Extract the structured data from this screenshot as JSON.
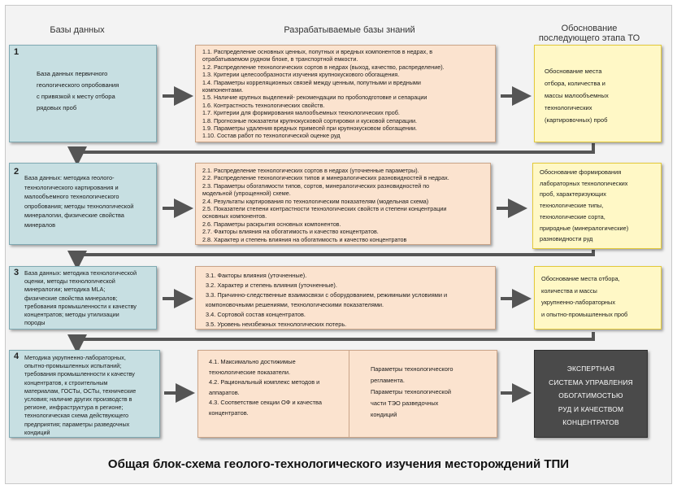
{
  "headers": {
    "col1": "Базы данных",
    "col2": "Разрабатываемые базы знаний",
    "col3_line1": "Обоснование",
    "col3_line2": "последующего этапа ТО"
  },
  "rows": [
    {
      "number": "1",
      "db_lines": [
        "База данных первичного",
        "геологического опробования",
        "с привязкой к месту отбора",
        "рядовых проб"
      ],
      "kb_lines": [
        "1.1. Распределение основных ценных, попутных и вредных компонентов в недрах, в",
        "отрабатываемом рудном блоке, в транспортной емкости.",
        "1.2. Распределение технологических сортов в недрах (выход, качество, распределение).",
        "1.3. Критерии целесообразности изучения крупнокускового обогащения.",
        "1.4. Параметры корреляционных связей между ценным, попутными и вредными",
        "компонентами.",
        "1.5. Наличие крупных выделений- рекомендации по пробоподготовке и сепарации",
        "1.6. Контрастность технологических свойств.",
        "1.7. Критерии для формирования малообъемных технологических проб.",
        "1.8. Прогнозные показатели крупнокусковой сортировки и кусковой сепарации.",
        "1.9. Параметры удаления вредных примесей при крупнокусковом обогащении.",
        "1.10. Состав работ по технологической оценке руд"
      ],
      "next_lines": [
        "Обоснование места",
        "отбора, количества и",
        "массы малообъемных",
        "технологических",
        "(картировочных) проб"
      ]
    },
    {
      "number": "2",
      "db_lines": [
        "База данных: методика геолого-",
        "технологического картирования и",
        "малообъемного технологического",
        "опробования; методы технологической",
        "минералогии, физические свойства",
        "минералов"
      ],
      "kb_lines": [
        "2.1. Распределение технологических сортов в недрах (уточненные параметры).",
        "2.2. Распределение технологических типов и минералогических разновидностей в недрах.",
        "2.3. Параметры обогатимости типов, сортов, минералогических разновидностей по",
        "модельной (упрощенной) схеме.",
        "2.4. Результаты картирования по технологическим показателям (модельная схема)",
        "2.5. Показатели степени контрастности технологических свойств и степени концентрации",
        "основных компонентов.",
        "2.6. Параметры раскрытия основных компонентов.",
        "2.7. Факторы влияния на обогатимость и качество концентратов.",
        "2.8. Характер и степень влияния на обогатимость и качество концентратов"
      ],
      "next_lines": [
        "Обоснование формирования",
        "лабораторных технологических",
        "проб, характеризующих",
        "технологические типы,",
        "технологические сорта,",
        "природные (минералогические)",
        "разновидности руд"
      ]
    },
    {
      "number": "3",
      "db_lines": [
        "База данных: методика технологической",
        "оценки, методы технологической",
        "минералогии; методика MLA;",
        "физические свойства минералов;",
        "требования промышленности к качеству",
        "концентратов; методы утилизации",
        "породы"
      ],
      "kb_lines": [
        "3.1. Факторы влияния (уточненные).",
        "3.2. Характер и степень влияния (уточненные).",
        "3.3. Причинно-следственные взаимосвязи с оборудованием, режимными условиями и",
        "компоновочными решениями, технологическими показателями.",
        "3.4. Сортовой состав концентратов.",
        "3.5. Уровень неизбежных технологических потерь."
      ],
      "next_lines": [
        "Обоснование места отбора,",
        "количества и массы",
        "укрупненно-лабораторных",
        "и опытно-промышленных проб"
      ]
    },
    {
      "number": "4",
      "db_lines": [
        "Методика укрупненно-лабораторных,",
        "опытно-промышленных испытаний;",
        "требования промышленности к качеству",
        "концентратов, к строительным",
        "материалам, ГОСТы, ОСТы, технические",
        "условия; наличие других производств в",
        "регионе, инфраструктура в регионе;",
        "технологическая схема действующего",
        "предприятия; параметры разведочных",
        "кондиций"
      ],
      "kb_lines": [
        "4.1. Максимально достижимые",
        "технологические показатели.",
        "4.2. Рациональный комплекс методов и",
        "аппаратов.",
        "4.3. Соответствие секции ОФ и качества",
        "концентратов."
      ],
      "kb2_lines": [
        "Параметры технологического",
        "регламента.",
        "Параметры технологической",
        "части ТЭО разведочных",
        "кондиций"
      ],
      "next_lines": [
        "ЭКСПЕРТНАЯ",
        "СИСТЕМА УПРАВЛЕНИЯ",
        "ОБОГАТИМОСТЬЮ",
        "РУД И КАЧЕСТВОМ",
        "КОНЦЕНТРАТОВ"
      ]
    }
  ],
  "caption": "Общая блок-схема геолого-технологического изучения месторождений ТПИ",
  "colors": {
    "database_box": "#c7dfe2",
    "knowledge_box": "#fbe3cf",
    "next_stage_box": "#fff8c6",
    "expert_box": "#4a4a4a",
    "arrow": "#555555"
  }
}
